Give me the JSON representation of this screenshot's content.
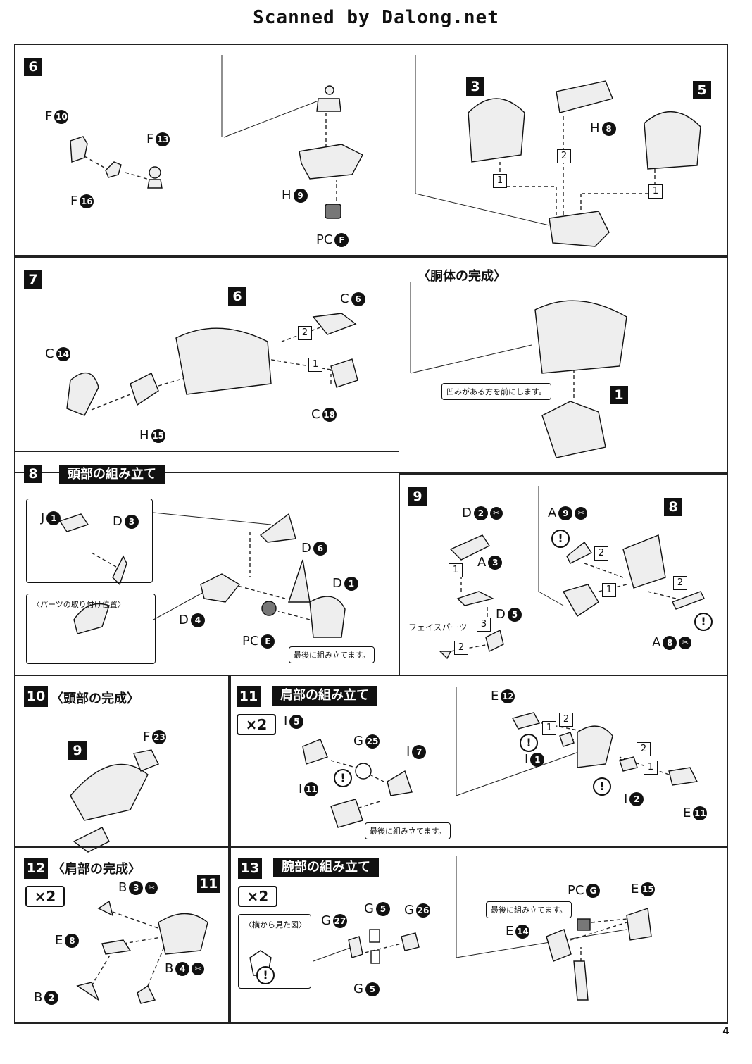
{
  "header": {
    "scan_credit": "Scanned by Dalong.net"
  },
  "page_number": "4",
  "steps": [
    {
      "number": "6"
    },
    {
      "number": "7",
      "subtitle": "〈胴体の完成〉",
      "note": "凹みがある方を前にします。"
    },
    {
      "number": "8",
      "title": "頭部の組み立て",
      "inset_caption": "〈パーツの取り付け位置〉",
      "note": "最後に組み立てます。"
    },
    {
      "number": "9",
      "face_parts": "フェイスパーツ"
    },
    {
      "number": "10",
      "title": "〈頭部の完成〉"
    },
    {
      "number": "11",
      "title": "肩部の組み立て",
      "multiplier": "×2",
      "note": "最後に組み立てます。"
    },
    {
      "number": "12",
      "title": "〈肩部の完成〉",
      "multiplier": "×2"
    },
    {
      "number": "13",
      "title": "腕部の組み立て",
      "multiplier": "×2",
      "inset_caption": "〈横から見た図〉",
      "note": "最後に組み立てます。"
    }
  ],
  "refs": {
    "r3": "3",
    "r5": "5",
    "r6": "6",
    "r1": "1",
    "r8": "8",
    "r9": "9",
    "r11": "11"
  },
  "subnums": {
    "one": "1",
    "two": "2",
    "three": "3"
  },
  "warn_symbol": "!",
  "parts": {
    "s6": [
      {
        "letter": "F",
        "num": "10"
      },
      {
        "letter": "F",
        "num": "13"
      },
      {
        "letter": "F",
        "num": "16"
      },
      {
        "letter": "H",
        "num": "9"
      },
      {
        "letter": "PC",
        "num": "F"
      },
      {
        "letter": "H",
        "num": "8"
      }
    ],
    "s7": [
      {
        "letter": "C",
        "num": "6"
      },
      {
        "letter": "C",
        "num": "14"
      },
      {
        "letter": "C",
        "num": "18"
      },
      {
        "letter": "H",
        "num": "15"
      }
    ],
    "s8": [
      {
        "letter": "J",
        "num": "1"
      },
      {
        "letter": "D",
        "num": "3"
      },
      {
        "letter": "D",
        "num": "6"
      },
      {
        "letter": "D",
        "num": "1"
      },
      {
        "letter": "D",
        "num": "4"
      },
      {
        "letter": "PC",
        "num": "E"
      }
    ],
    "s9": [
      {
        "letter": "D",
        "num": "2"
      },
      {
        "letter": "A",
        "num": "3"
      },
      {
        "letter": "D",
        "num": "5"
      },
      {
        "letter": "A",
        "num": "9"
      },
      {
        "letter": "A",
        "num": "8"
      }
    ],
    "s10": [
      {
        "letter": "F",
        "num": "23"
      }
    ],
    "s11": [
      {
        "letter": "I",
        "num": "5"
      },
      {
        "letter": "G",
        "num": "25"
      },
      {
        "letter": "I",
        "num": "7"
      },
      {
        "letter": "I",
        "num": "11"
      },
      {
        "letter": "E",
        "num": "12"
      },
      {
        "letter": "I",
        "num": "1"
      },
      {
        "letter": "I",
        "num": "2"
      },
      {
        "letter": "E",
        "num": "11"
      }
    ],
    "s12": [
      {
        "letter": "B",
        "num": "3"
      },
      {
        "letter": "E",
        "num": "8"
      },
      {
        "letter": "B",
        "num": "4"
      },
      {
        "letter": "B",
        "num": "2"
      }
    ],
    "s13": [
      {
        "letter": "G",
        "num": "27"
      },
      {
        "letter": "G",
        "num": "5"
      },
      {
        "letter": "G",
        "num": "26"
      },
      {
        "letter": "G",
        "num": "5"
      },
      {
        "letter": "PC",
        "num": "G"
      },
      {
        "letter": "E",
        "num": "15"
      },
      {
        "letter": "E",
        "num": "14"
      }
    ]
  }
}
